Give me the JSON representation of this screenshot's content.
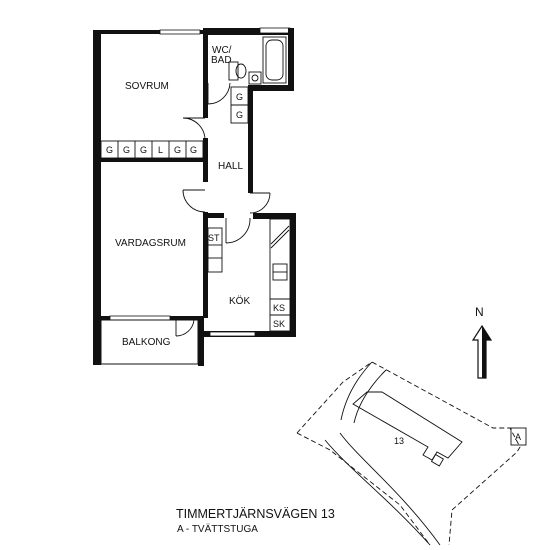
{
  "rooms": {
    "sovrum": "SOVRUM",
    "wc_bad": [
      "WC/",
      "BAD"
    ],
    "hall": "HALL",
    "vardagsrum": "VARDAGSRUM",
    "kok": "KÖK",
    "balkong": "BALKONG"
  },
  "closets": {
    "bedroom_row": [
      "G",
      "G",
      "G",
      "L",
      "G",
      "G"
    ],
    "hall_column": [
      "G",
      "G"
    ],
    "storage": "ST",
    "kitchen": [
      "KS",
      "SK"
    ]
  },
  "compass": {
    "label": "N",
    "icon": "north-arrow-icon"
  },
  "site": {
    "building_number": "13",
    "laundry_marker": "A"
  },
  "caption": {
    "street": "TIMMERTJÄRNSVÄGEN 13",
    "legend": "A - TVÄTTSTUGA"
  }
}
